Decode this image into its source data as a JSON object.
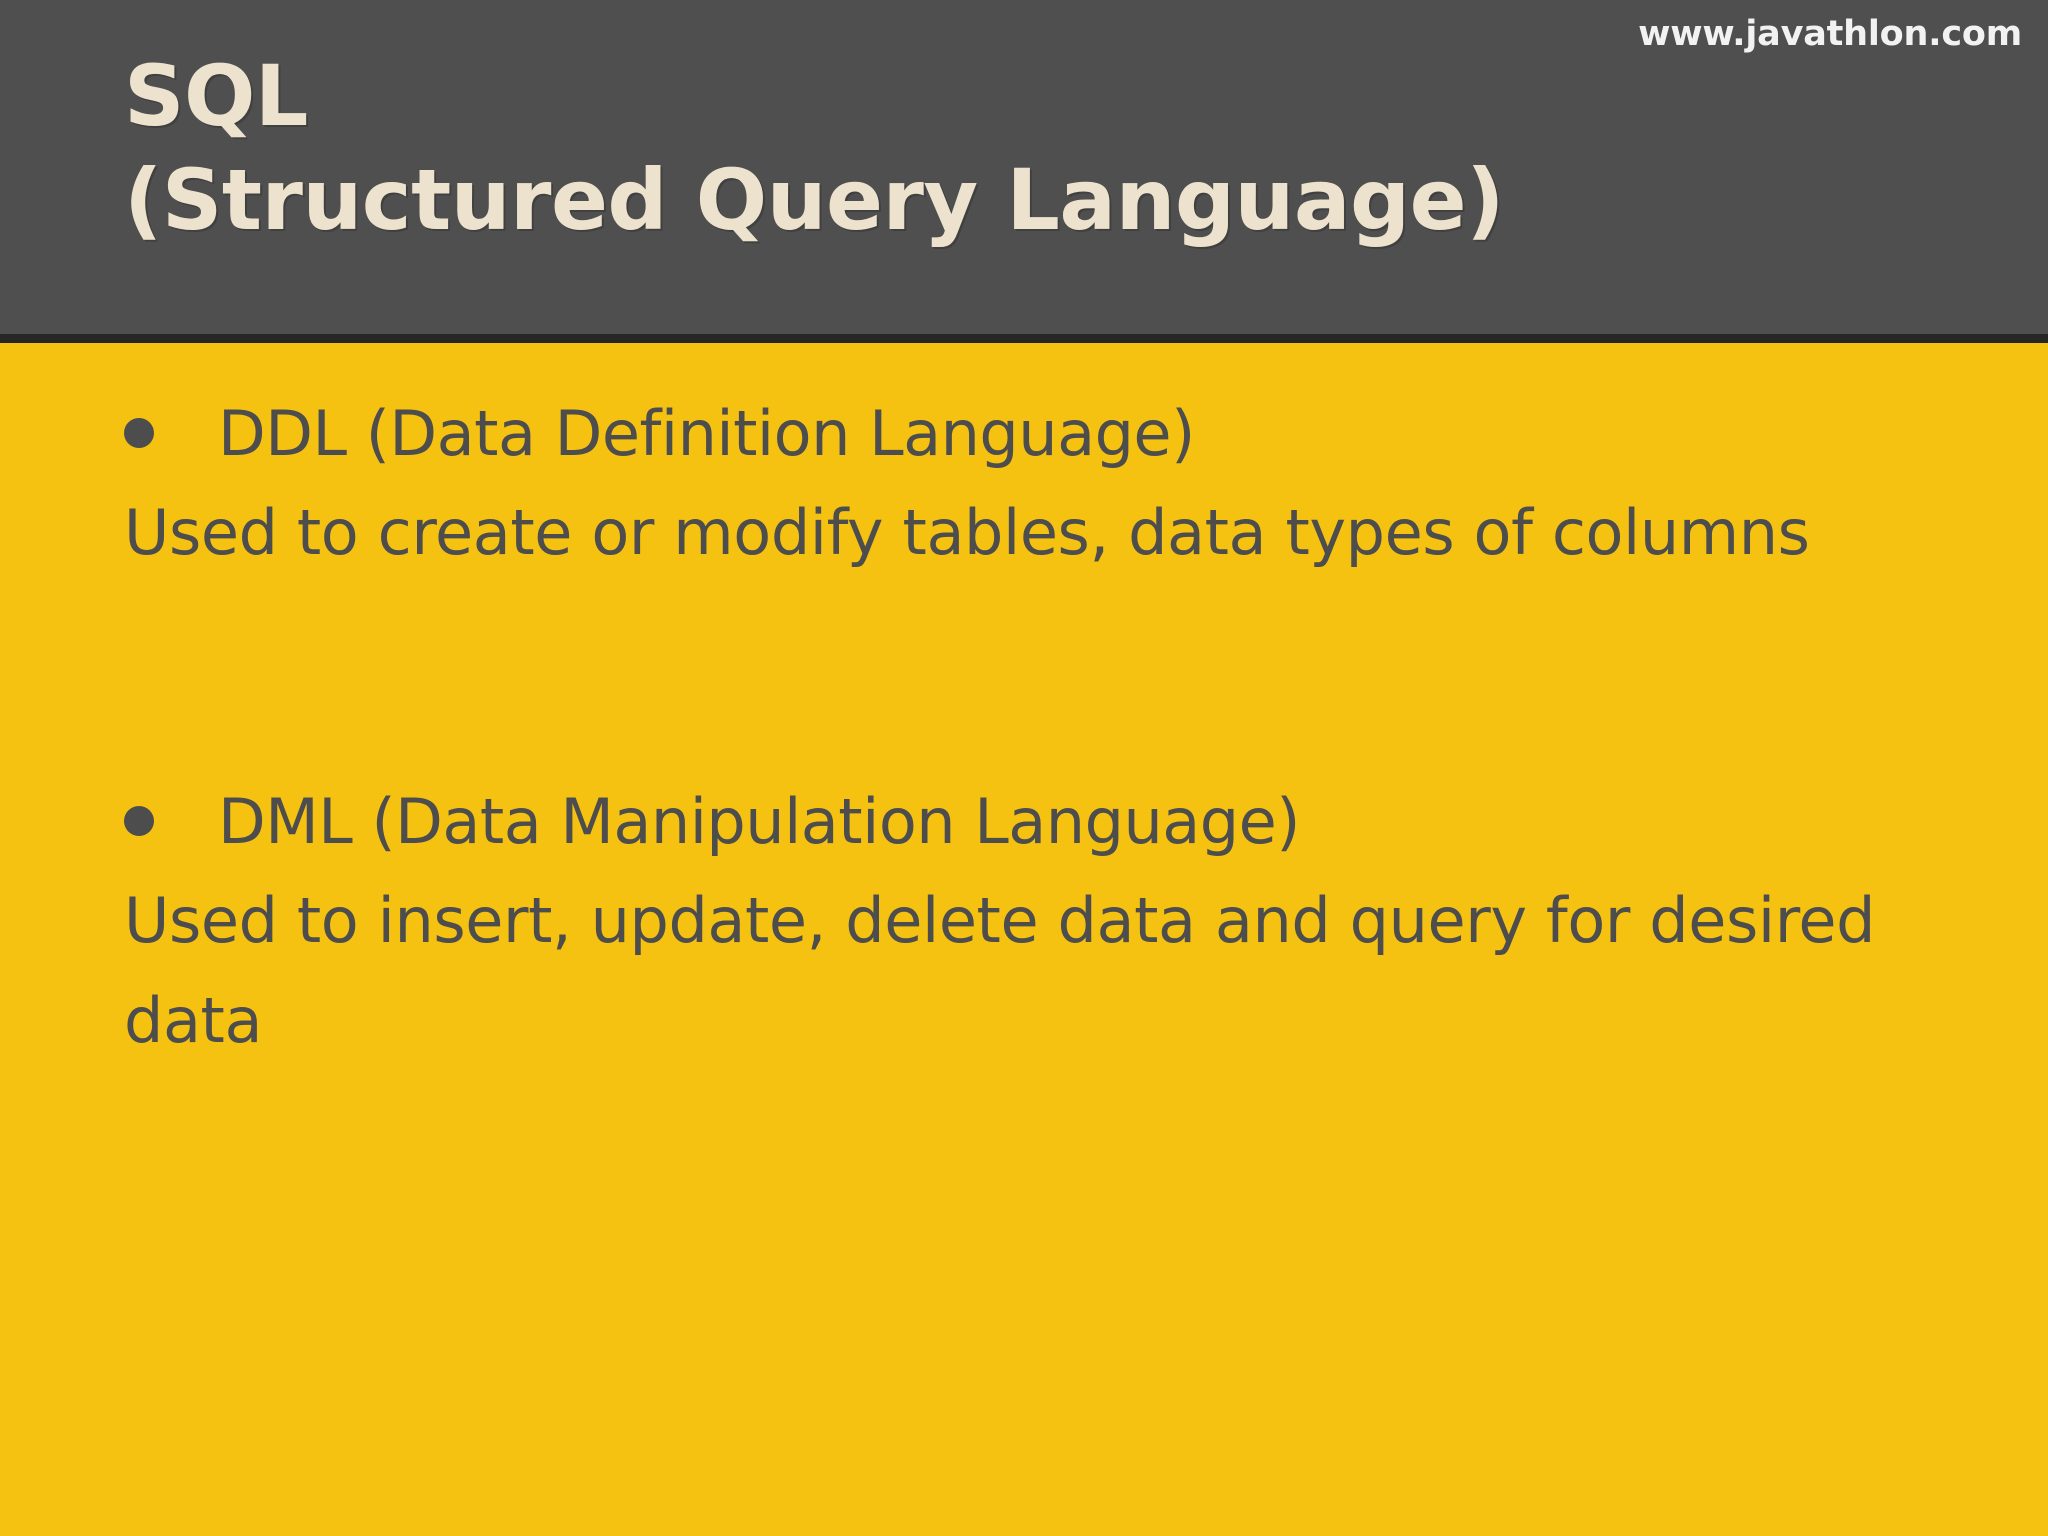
{
  "slide": {
    "site_url": "www.javathlon.com",
    "title_lines": [
      "SQL",
      "(Structured Query Language)"
    ],
    "colors": {
      "header_background": "#4F4F4F",
      "header_divider": "#262626",
      "body_background": "#F5C211",
      "title_text": "#ECE2CD",
      "body_text": "#4D4D4D",
      "url_text": "#F2F2F2"
    },
    "sections": [
      {
        "bullet": "DDL (Data Definition Language)",
        "description": "Used to create or modify tables, data types of columns"
      },
      {
        "bullet": "DML (Data Manipulation Language)",
        "description": "Used to insert, update, delete data and query for desired data"
      }
    ]
  }
}
